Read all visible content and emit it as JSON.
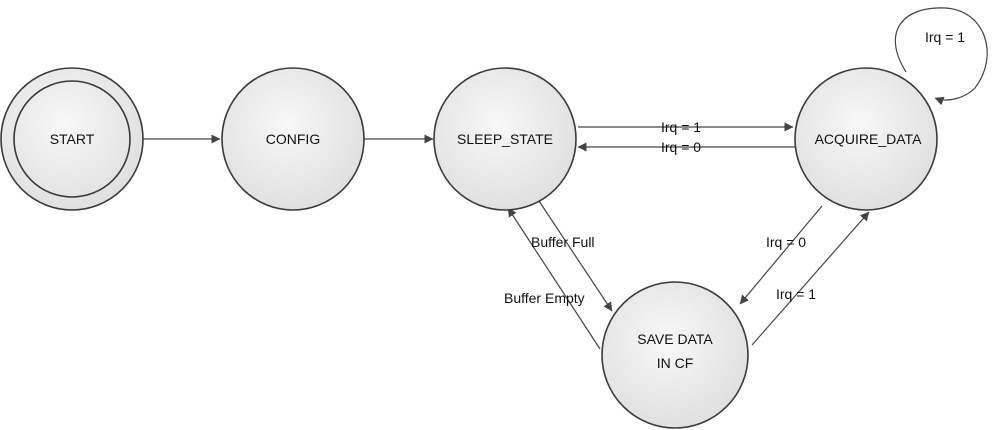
{
  "states": {
    "start": "START",
    "config": "CONFIG",
    "sleep": "SLEEP_STATE",
    "acquire": "ACQUIRE_DATA",
    "save_line1": "SAVE DATA",
    "save_line2": "IN CF"
  },
  "transitions": {
    "sleep_to_acquire": "Irq = 1",
    "acquire_to_sleep": "Irq = 0",
    "acquire_self": "Irq = 1",
    "sleep_to_save": "Buffer Full",
    "save_to_sleep": "Buffer Empty",
    "acquire_to_save": "Irq = 0",
    "save_to_acquire": "Irq = 1"
  },
  "colors": {
    "state_fill_light": "#f7f7f7",
    "state_fill_dark": "#dcdcdc",
    "stroke": "#3a3a3a",
    "edge": "#444444"
  }
}
